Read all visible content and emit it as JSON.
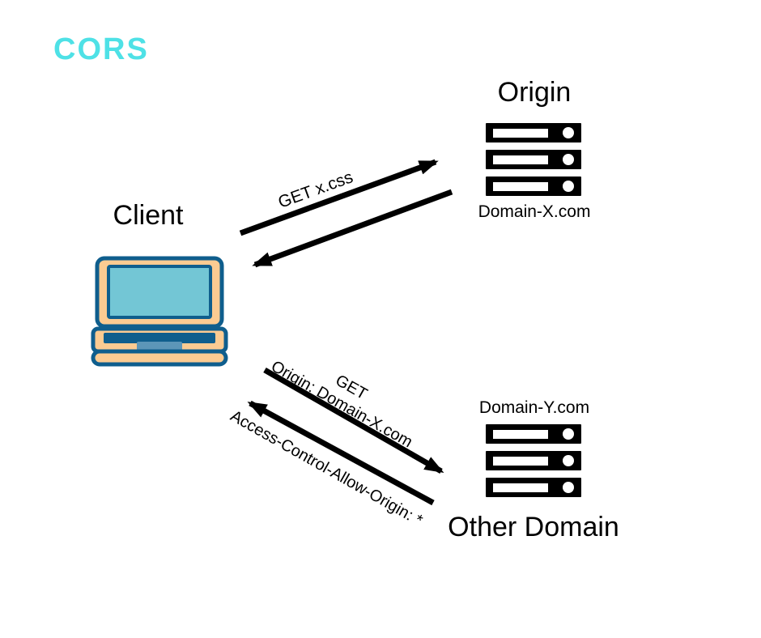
{
  "title": "CORS",
  "colors": {
    "accent": "#4EE1E6",
    "laptop_body": "#FBCB92",
    "laptop_border": "#0F5E8D",
    "laptop_screen": "#73C6D5",
    "laptop_touchpad": "#5C96B8",
    "arrow": "#000000"
  },
  "nodes": {
    "client": {
      "label": "Client"
    },
    "origin_server": {
      "label": "Origin",
      "domain": "Domain-X.com"
    },
    "other_server": {
      "label": "Other Domain",
      "domain": "Domain-Y.com"
    }
  },
  "arrows": {
    "top_request": {
      "label": "GET x.css"
    },
    "bottom_request": {
      "label_line1": "GET",
      "label_line2": "Origin: Domain-X.com"
    },
    "bottom_response": {
      "label": "Access-Control-Allow-Origin: *"
    }
  }
}
